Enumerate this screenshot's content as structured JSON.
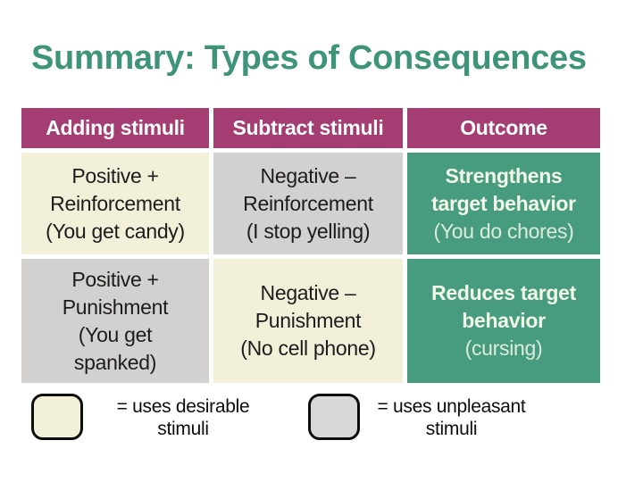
{
  "slide": {
    "title": "Summary: Types of Consequences",
    "colors": {
      "background": "#FFFFFF",
      "title_text": "#3E9478",
      "header_bg": "#A43D72",
      "header_text": "#FFFFFF",
      "desirable_bg": "#F3F0DA",
      "unpleasant_bg": "#D2D1CF",
      "outcome_bg": "#479B7E",
      "outcome_bold_text": "#F2F8E8",
      "outcome_note_text": "#DCEDDC",
      "body_text": "#1C1C1C"
    }
  },
  "table": {
    "headers": [
      {
        "label": "Adding stimuli"
      },
      {
        "label": "Subtract stimuli"
      },
      {
        "label": "Outcome"
      }
    ],
    "rows": [
      {
        "cells": [
          {
            "variant": "desirable",
            "lines": [
              "Positive +",
              "Reinforcement",
              "(You get candy)"
            ]
          },
          {
            "variant": "unpleasant",
            "lines": [
              "Negative –",
              "Reinforcement",
              "(I stop yelling)"
            ]
          },
          {
            "variant": "outcome",
            "bold_lines": [
              "Strengthens",
              "target behavior"
            ],
            "note": "(You do chores)"
          }
        ]
      },
      {
        "cells": [
          {
            "variant": "unpleasant",
            "lines": [
              "Positive +",
              "Punishment",
              "(You get",
              "spanked)"
            ]
          },
          {
            "variant": "desirable",
            "lines": [
              "Negative –",
              "Punishment",
              "(No cell phone)"
            ]
          },
          {
            "variant": "outcome",
            "bold_lines": [
              "Reduces target",
              "behavior"
            ],
            "note": "(cursing)"
          }
        ]
      }
    ]
  },
  "legend": [
    {
      "swatch": "desirable",
      "lines": [
        "= uses desirable",
        "stimuli"
      ]
    },
    {
      "swatch": "unpleasant",
      "lines": [
        "= uses unpleasant",
        "stimuli"
      ]
    }
  ]
}
